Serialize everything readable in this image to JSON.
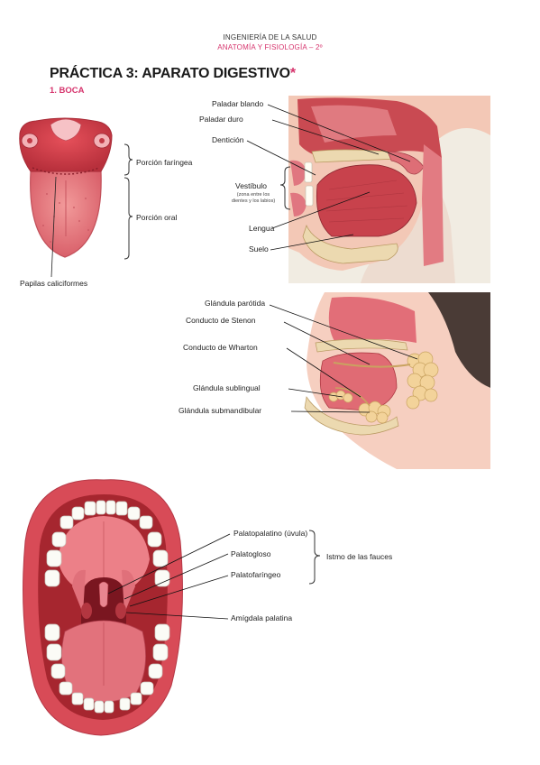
{
  "header": {
    "line1": "INGENIERÍA DE LA SALUD",
    "line2": "ANATOMÍA Y FISIOLOGÍA – 2º"
  },
  "title": "PRÁCTICA 3: APARATO DIGESTIVO",
  "title_mark": "*",
  "section": "1. BOCA",
  "colors": {
    "accent": "#d6336c",
    "tissue": "#e0616a",
    "gland": "#f3d39a",
    "bone": "#ecd9b0"
  },
  "fig1": {
    "labels": {
      "faringea": "Porción faríngea",
      "oral": "Porción oral",
      "papilas": "Papilas caliciformes"
    }
  },
  "fig2": {
    "labels": {
      "paladar_blando": "Paladar blando",
      "paladar_duro": "Paladar duro",
      "denticion": "Dentición",
      "vestibulo": "Vestíbulo",
      "vestibulo_note1": "(zona entre los",
      "vestibulo_note2": "dientes y los labios)",
      "lengua": "Lengua",
      "suelo": "Suelo"
    }
  },
  "fig3": {
    "labels": {
      "parotida": "Glándula parótida",
      "stenon": "Conducto de Stenon",
      "wharton": "Conducto de Wharton",
      "sublingual": "Glándula sublingual",
      "submandibular": "Glándula submandibular"
    }
  },
  "fig4": {
    "labels": {
      "uvula": "Palatopalatino (úvula)",
      "palatogloso": "Palatogloso",
      "palatofaringeo": "Palatofaríngeo",
      "amigdala": "Amígdala palatina",
      "istmo": "Istmo de las fauces"
    }
  }
}
